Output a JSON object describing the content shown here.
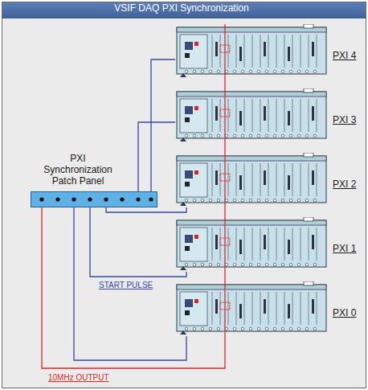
{
  "diagram": {
    "title": "VSIF DAQ PXI Synchronization",
    "nodes": [
      {
        "text": [
          "PXI Synchronization Patch Panel"
        ]
      },
      {
        "text": [
          "PXI 4"
        ]
      },
      {
        "text": [
          "PXI 3"
        ]
      },
      {
        "text": [
          "PXI 2"
        ]
      },
      {
        "text": [
          "PXI 1"
        ]
      },
      {
        "text": [
          "PXI 0"
        ]
      }
    ],
    "edges": [
      {
        "from": 0,
        "to": 1,
        "arrow": "none"
      },
      {
        "from": 0,
        "to": 2,
        "arrow": "none"
      },
      {
        "from": 0,
        "to": 3,
        "arrow": "none"
      },
      {
        "from": 0,
        "to": 4,
        "arrow": "none"
      },
      {
        "from": 0,
        "to": 5,
        "arrow": "none"
      },
      {
        "from": 0,
        "to": 5,
        "arrow": "none"
      },
      {
        "from": 5,
        "to": 4,
        "arrow": "none"
      },
      {
        "from": 4,
        "to": 3,
        "arrow": "none"
      },
      {
        "from": 3,
        "to": 2,
        "arrow": "none"
      },
      {
        "from": 2,
        "to": 1,
        "arrow": "none"
      }
    ],
    "labels": [
      "START PULSE",
      "10MHz OUTPUT"
    ]
  }
}
